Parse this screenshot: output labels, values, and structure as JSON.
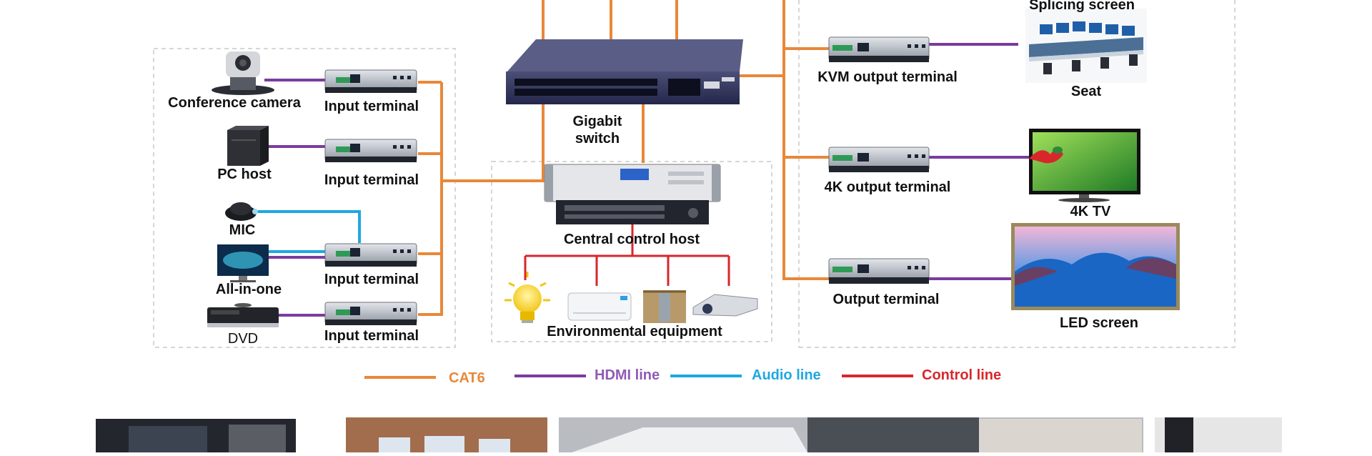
{
  "devices": {
    "conference_camera": "Conference camera",
    "pc_host": "PC host",
    "mic": "MIC",
    "all_in_one": "All-in-one",
    "dvd": "DVD",
    "input_terminal": "Input terminal",
    "gigabit_switch_line1": "Gigabit",
    "gigabit_switch_line2": "switch",
    "central_control_host": "Central control host",
    "environmental_equipment": "Environmental equipment",
    "kvm_output_terminal": "KVM output terminal",
    "k4_output_terminal": "4K output terminal",
    "output_terminal": "Output terminal",
    "splicing_screen": "Splicing screen",
    "seat": "Seat",
    "tv_4k": "4K TV",
    "led_screen": "LED screen"
  },
  "legend": {
    "cat6": "CAT6",
    "hdmi": "HDMI line",
    "audio": "Audio line",
    "control": "Control line"
  },
  "colors": {
    "cat6": "#e8883a",
    "hdmi": "#7a3b9e",
    "audio": "#1ea8e0",
    "control": "#d9262b",
    "dashed_border": "#c8c8c8"
  }
}
